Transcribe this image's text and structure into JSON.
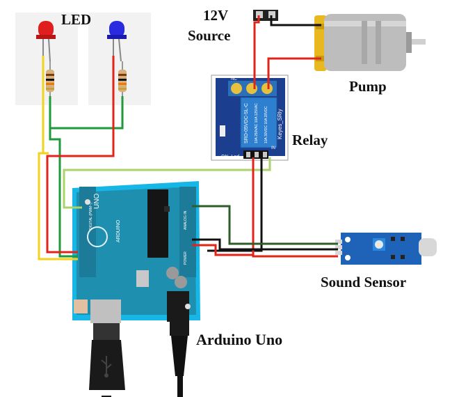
{
  "labels": {
    "led": "LED",
    "source_line1": "12V",
    "source_line2": "Source",
    "pump": "Pump",
    "relay": "Relay",
    "sound_sensor": "Sound Sensor",
    "arduino": "Arduino Uno"
  },
  "board_text": {
    "uno": "UNO",
    "arduino": "ARDUINO",
    "digital": "DIGITAL (PWM~)",
    "analog": "ANALOG IN",
    "power": "POWER"
  },
  "relay_text": {
    "nc": "NC",
    "in": "IN",
    "brand": "Keyes_SRly",
    "model": "SRD-05VDC-SL-C",
    "rating1": "10A 250VAC 10A 125VAC",
    "rating2": "10A 30VDC 10A 28VDC",
    "led_label": "ON_Led"
  },
  "colors": {
    "wire_red": "#e2231a",
    "wire_black": "#111111",
    "wire_green": "#1f9a3a",
    "wire_dark_green": "#2f5d2a",
    "wire_yellow": "#f2d21b",
    "wire_light_green": "#a9d46b",
    "arduino_board": "#1f8fb0",
    "relay_board": "#1b3f8e",
    "relay_cube": "#2f7fd0",
    "sensor_board": "#1e63b8",
    "led_red": "#e01e1e",
    "led_blue": "#2a2ae0"
  },
  "icons": {
    "usb": "usb-icon"
  }
}
